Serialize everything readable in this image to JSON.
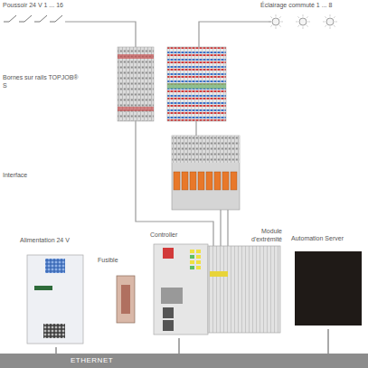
{
  "diagram": {
    "nodes": [
      {
        "text": [
          "Alimentation 24 V"
        ]
      },
      {
        "text": [
          "Fusible"
        ]
      },
      {
        "text": [
          "Controller"
        ]
      },
      {
        "text": [
          "Module d'extrémité"
        ]
      },
      {
        "text": [
          "Automation Server"
        ]
      },
      {
        "text": [
          "ETHERNET"
        ]
      }
    ],
    "edges": [
      {
        "from": 0,
        "to": 5,
        "arrow": "none"
      },
      {
        "from": 2,
        "to": 5,
        "arrow": "none"
      },
      {
        "from": 4,
        "to": 5,
        "arrow": "none"
      }
    ],
    "labels": [
      "Poussoir 24 V 1 ... 16",
      "Éclairage commuté 1 ... 8",
      "Bornes sur rails TOPJOB® S",
      "Interface"
    ]
  }
}
